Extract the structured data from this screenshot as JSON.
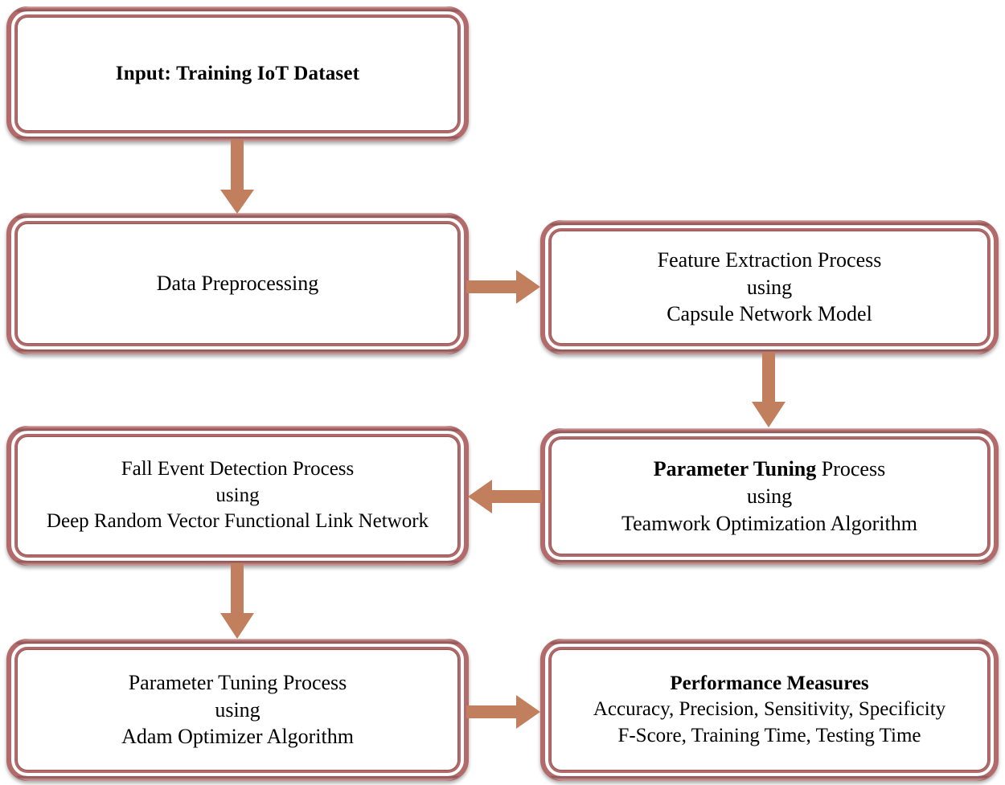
{
  "diagram": {
    "title": "IoT Fall Detection Methodology Flowchart",
    "accent_border_color": "#b06a6a",
    "accent_border_dark": "#9c5555",
    "arrow_color": "#c17f5e",
    "background_color": "#ffffff",
    "text_color": "#000000"
  },
  "nodes": [
    {
      "id": "input-dataset",
      "name": "input-training-iot-dataset",
      "lines": [
        {
          "text": "Input: Training IoT Dataset",
          "bold": true
        }
      ]
    },
    {
      "id": "data-preprocessing",
      "name": "data-preprocessing",
      "lines": [
        {
          "text": "Data Preprocessing",
          "bold": false
        }
      ]
    },
    {
      "id": "feature-extraction",
      "name": "feature-extraction-capsule-network",
      "lines": [
        {
          "text": "Feature Extraction Process",
          "bold": false
        },
        {
          "text": "using",
          "bold": false
        },
        {
          "text": "Capsule Network Model",
          "bold": false
        }
      ]
    },
    {
      "id": "fall-event-detection",
      "name": "fall-event-detection-drvfl",
      "lines": [
        {
          "text": "Fall Event Detection Process",
          "bold": false
        },
        {
          "text": "using",
          "bold": false
        },
        {
          "text": "Deep Random Vector Functional Link Network",
          "bold": false
        }
      ]
    },
    {
      "id": "parameter-tuning-teamwork",
      "name": "parameter-tuning-teamwork-optimization",
      "lines": [
        {
          "text_bold": "Parameter Tuning",
          "text": " Process",
          "mixed": true
        },
        {
          "text": "using",
          "bold": false
        },
        {
          "text": "Teamwork Optimization Algorithm",
          "bold": false
        }
      ]
    },
    {
      "id": "parameter-tuning-adam",
      "name": "parameter-tuning-adam-optimizer",
      "lines": [
        {
          "text": "Parameter Tuning Process",
          "bold": false
        },
        {
          "text": "using",
          "bold": false
        },
        {
          "text": "Adam Optimizer Algorithm",
          "bold": false
        }
      ]
    },
    {
      "id": "performance-measures",
      "name": "performance-measures",
      "lines": [
        {
          "text": "Performance Measures",
          "bold": true
        },
        {
          "text": "Accuracy, Precision, Sensitivity, Specificity",
          "bold": false
        },
        {
          "text": "F-Score, Training Time, Testing Time",
          "bold": false
        }
      ]
    }
  ],
  "node_text": {
    "input_dataset_l1": "Input: Training IoT Dataset",
    "data_preprocessing_l1": "Data Preprocessing",
    "feature_extraction_l1": "Feature Extraction Process",
    "feature_extraction_l2": "using",
    "feature_extraction_l3": "Capsule Network Model",
    "fall_detection_l1": "Fall Event Detection Process",
    "fall_detection_l2": "using",
    "fall_detection_l3": "Deep Random Vector Functional Link Network",
    "param_teamwork_l1a": "Parameter Tuning",
    "param_teamwork_l1b": " Process",
    "param_teamwork_l2": "using",
    "param_teamwork_l3": "Teamwork Optimization Algorithm",
    "param_adam_l1": "Parameter Tuning Process",
    "param_adam_l2": "using",
    "param_adam_l3": "Adam Optimizer Algorithm",
    "performance_l1": "Performance Measures",
    "performance_l2": "Accuracy, Precision, Sensitivity, Specificity",
    "performance_l3": "F-Score, Training Time, Testing Time"
  },
  "arrows": [
    {
      "name": "arrow-input-to-preprocessing",
      "direction": "down",
      "from": "input-dataset",
      "to": "data-preprocessing"
    },
    {
      "name": "arrow-preprocessing-to-feature-extraction",
      "direction": "right",
      "from": "data-preprocessing",
      "to": "feature-extraction"
    },
    {
      "name": "arrow-feature-extraction-to-parameter-tuning",
      "direction": "down",
      "from": "feature-extraction",
      "to": "parameter-tuning-teamwork"
    },
    {
      "name": "arrow-parameter-tuning-to-fall-detection",
      "direction": "left",
      "from": "parameter-tuning-teamwork",
      "to": "fall-event-detection"
    },
    {
      "name": "arrow-fall-detection-to-adam-tuning",
      "direction": "down",
      "from": "fall-event-detection",
      "to": "parameter-tuning-adam"
    },
    {
      "name": "arrow-adam-tuning-to-performance",
      "direction": "right",
      "from": "parameter-tuning-adam",
      "to": "performance-measures"
    }
  ]
}
